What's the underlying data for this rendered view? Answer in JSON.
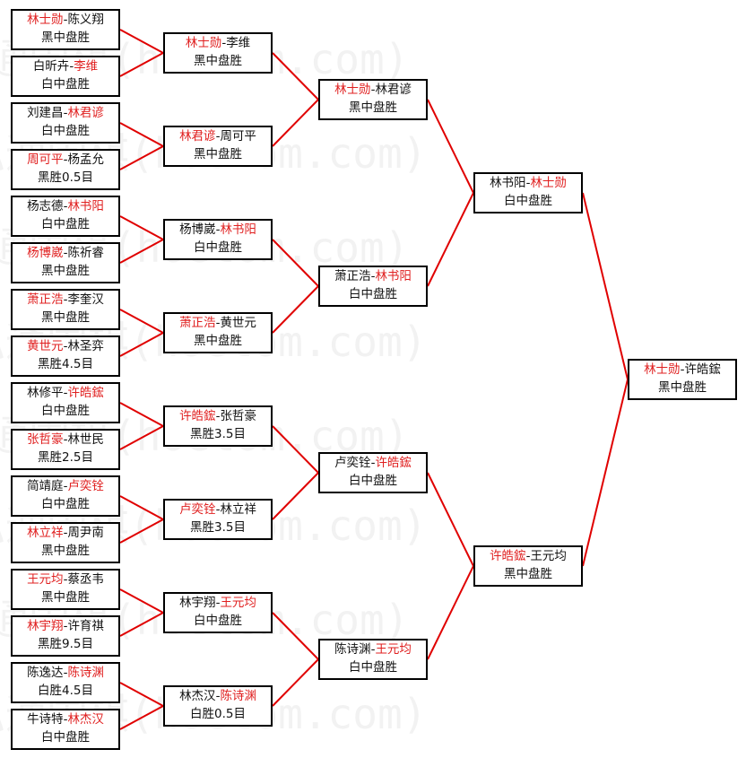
{
  "watermark": "弘通围棋(hoetom.com)",
  "colors": {
    "winner": "#e02020",
    "connector": "#e00000",
    "border": "#000000"
  },
  "rounds": [
    [
      {
        "players": [
          "林士勋",
          "陈义翔"
        ],
        "winner": 0,
        "result": "黑中盘胜"
      },
      {
        "players": [
          "白昕卉",
          "李维"
        ],
        "winner": 1,
        "result": "白中盘胜"
      },
      {
        "players": [
          "刘建昌",
          "林君谚"
        ],
        "winner": 1,
        "result": "白中盘胜"
      },
      {
        "players": [
          "周可平",
          "杨孟允"
        ],
        "winner": 0,
        "result": "黑胜0.5目"
      },
      {
        "players": [
          "杨志德",
          "林书阳"
        ],
        "winner": 1,
        "result": "白中盘胜"
      },
      {
        "players": [
          "杨博崴",
          "陈祈睿"
        ],
        "winner": 0,
        "result": "黑中盘胜"
      },
      {
        "players": [
          "萧正浩",
          "李奎汉"
        ],
        "winner": 0,
        "result": "黑中盘胜"
      },
      {
        "players": [
          "黄世元",
          "林圣弈"
        ],
        "winner": 0,
        "result": "黑胜4.5目"
      },
      {
        "players": [
          "林修平",
          "许皓鋐"
        ],
        "winner": 1,
        "result": "白中盘胜"
      },
      {
        "players": [
          "张哲豪",
          "林世民"
        ],
        "winner": 0,
        "result": "黑胜2.5目"
      },
      {
        "players": [
          "简靖庭",
          "卢奕铨"
        ],
        "winner": 1,
        "result": "白中盘胜"
      },
      {
        "players": [
          "林立祥",
          "周尹南"
        ],
        "winner": 0,
        "result": "黑中盘胜"
      },
      {
        "players": [
          "王元均",
          "蔡丞韦"
        ],
        "winner": 0,
        "result": "黑中盘胜"
      },
      {
        "players": [
          "林宇翔",
          "许育祺"
        ],
        "winner": 0,
        "result": "黑胜9.5目"
      },
      {
        "players": [
          "陈逸达",
          "陈诗渊"
        ],
        "winner": 1,
        "result": "白胜4.5目"
      },
      {
        "players": [
          "牛诗特",
          "林杰汉"
        ],
        "winner": 1,
        "result": "白中盘胜"
      }
    ],
    [
      {
        "players": [
          "林士勋",
          "李维"
        ],
        "winner": 0,
        "result": "黑中盘胜"
      },
      {
        "players": [
          "林君谚",
          "周可平"
        ],
        "winner": 0,
        "result": "黑中盘胜"
      },
      {
        "players": [
          "杨博崴",
          "林书阳"
        ],
        "winner": 1,
        "result": "白中盘胜"
      },
      {
        "players": [
          "萧正浩",
          "黄世元"
        ],
        "winner": 0,
        "result": "黑中盘胜"
      },
      {
        "players": [
          "许皓鋐",
          "张哲豪"
        ],
        "winner": 0,
        "result": "黑胜3.5目"
      },
      {
        "players": [
          "卢奕铨",
          "林立祥"
        ],
        "winner": 0,
        "result": "黑胜3.5目"
      },
      {
        "players": [
          "林宇翔",
          "王元均"
        ],
        "winner": 1,
        "result": "白中盘胜"
      },
      {
        "players": [
          "林杰汉",
          "陈诗渊"
        ],
        "winner": 1,
        "result": "白胜0.5目"
      }
    ],
    [
      {
        "players": [
          "林士勋",
          "林君谚"
        ],
        "winner": 0,
        "result": "黑中盘胜"
      },
      {
        "players": [
          "萧正浩",
          "林书阳"
        ],
        "winner": 1,
        "result": "白中盘胜"
      },
      {
        "players": [
          "卢奕铨",
          "许皓鋐"
        ],
        "winner": 1,
        "result": "白中盘胜"
      },
      {
        "players": [
          "陈诗渊",
          "王元均"
        ],
        "winner": 1,
        "result": "白中盘胜"
      }
    ],
    [
      {
        "players": [
          "林书阳",
          "林士勋"
        ],
        "winner": 1,
        "result": "白中盘胜"
      },
      {
        "players": [
          "许皓鋐",
          "王元均"
        ],
        "winner": 0,
        "result": "黑中盘胜"
      }
    ],
    [
      {
        "players": [
          "林士勋",
          "许皓鋐"
        ],
        "winner": 0,
        "result": "黑中盘胜"
      }
    ]
  ]
}
